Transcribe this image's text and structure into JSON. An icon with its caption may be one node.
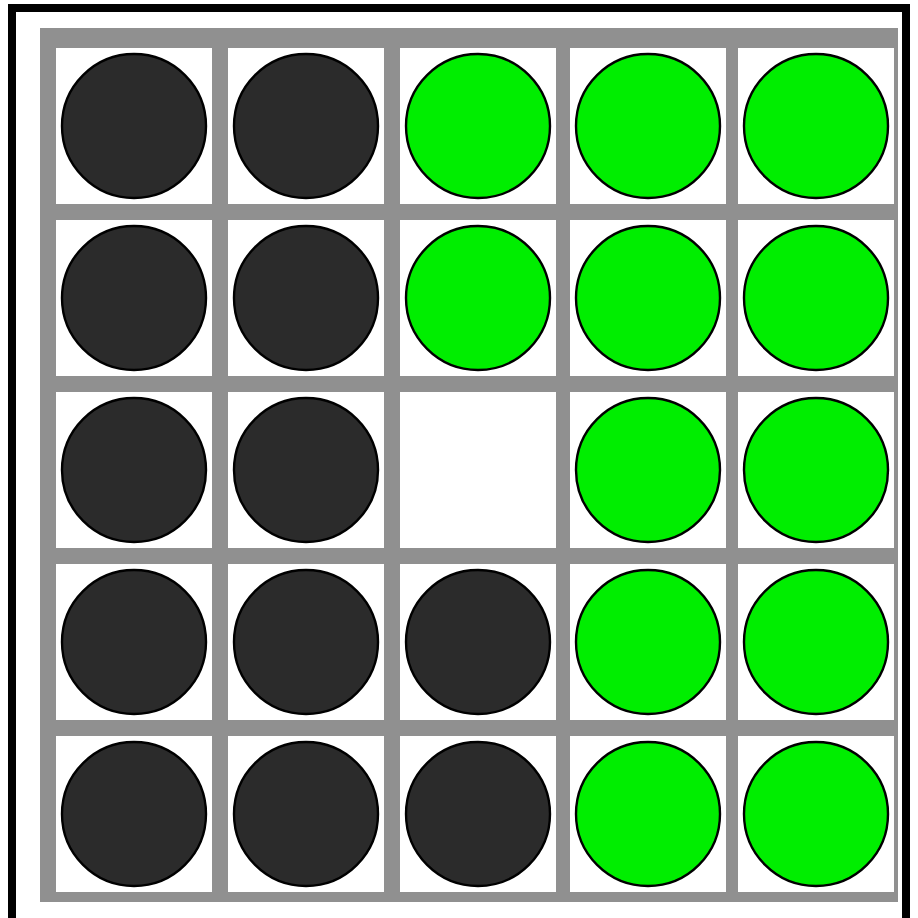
{
  "diagram": {
    "nodes": [
      {
        "text": [],
        "shape": "circle"
      },
      {
        "text": [],
        "shape": "circle"
      },
      {
        "text": [],
        "shape": "circle"
      },
      {
        "text": [],
        "shape": "circle"
      },
      {
        "text": [],
        "shape": "circle"
      },
      {
        "text": [],
        "shape": "circle"
      },
      {
        "text": [],
        "shape": "circle"
      },
      {
        "text": [],
        "shape": "circle"
      },
      {
        "text": [],
        "shape": "circle"
      },
      {
        "text": [],
        "shape": "circle"
      },
      {
        "text": [],
        "shape": "circle"
      },
      {
        "text": [],
        "shape": "circle"
      },
      {
        "text": [],
        "shape": "circle"
      },
      {
        "text": [],
        "shape": "circle"
      },
      {
        "text": [],
        "shape": "circle"
      },
      {
        "text": [],
        "shape": "circle"
      },
      {
        "text": [],
        "shape": "circle"
      },
      {
        "text": [],
        "shape": "circle"
      },
      {
        "text": [],
        "shape": "circle"
      },
      {
        "text": [],
        "shape": "circle"
      },
      {
        "text": [],
        "shape": "circle"
      },
      {
        "text": [],
        "shape": "circle"
      },
      {
        "text": [],
        "shape": "circle"
      },
      {
        "text": [],
        "shape": "circle"
      }
    ]
  }
}
